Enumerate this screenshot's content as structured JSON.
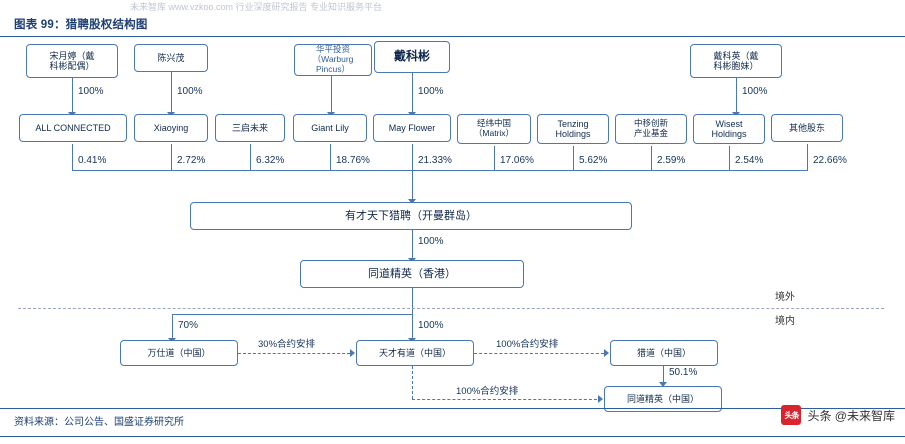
{
  "header": {
    "title": "图表 99：猎聘股权结构图",
    "top_faded_text": "未来智库 www.vzkoo.com 行业深度研究报告 专业知识服务平台"
  },
  "footer": {
    "source": "资料来源：公司公告、国盛证券研究所",
    "watermark_logo": "头条",
    "watermark_text": "头条 @未来智库"
  },
  "chart_data": {
    "type": "diagram",
    "title": "猎聘股权结构图",
    "shareholders": [
      {
        "id": "s1",
        "name": "宋月婷（戴\n科彬配偶）",
        "stake_to_entity": "100%",
        "entity": "ALL CONNECTED",
        "ownership": "0.41%"
      },
      {
        "id": "s2",
        "name": "陈兴茂",
        "stake_to_entity": "100%",
        "entity": "Xiaoying",
        "ownership": "2.72%"
      },
      {
        "id": "s3",
        "name": "",
        "stake_to_entity": "",
        "entity": "三启未来",
        "ownership": "6.32%"
      },
      {
        "id": "s4",
        "name": "华平投资\n（Warburg Pincus）",
        "stake_to_entity": "",
        "entity": "Giant Lily",
        "ownership": "18.76%"
      },
      {
        "id": "s5",
        "name": "戴科彬",
        "stake_to_entity": "100%",
        "entity": "May Flower",
        "ownership": "21.33%"
      },
      {
        "id": "s6",
        "name": "",
        "stake_to_entity": "",
        "entity": "经纬中国\n（Matrix）",
        "ownership": "17.06%"
      },
      {
        "id": "s7",
        "name": "",
        "stake_to_entity": "",
        "entity": "Tenzing\nHoldings",
        "ownership": "5.62%"
      },
      {
        "id": "s8",
        "name": "",
        "stake_to_entity": "",
        "entity": "中移创新\n产业基金",
        "ownership": "2.59%"
      },
      {
        "id": "s9",
        "name": "戴科英（戴\n科彬胞妹）",
        "stake_to_entity": "100%",
        "entity": "Wisest\nHoldings",
        "ownership": "2.54%"
      },
      {
        "id": "s10",
        "name": "",
        "stake_to_entity": "",
        "entity": "其他股东",
        "ownership": "22.66%"
      }
    ],
    "listco": "有才天下猎聘（开曼群岛）",
    "listco_to_hk_pct": "100%",
    "hk_entity": "同道精英（香港）",
    "boundary_labels": {
      "offshore": "境外",
      "onshore": "境内"
    },
    "subsidiaries": [
      {
        "name": "万仕道（中国）",
        "pct": "70%"
      },
      {
        "name": "天才有道（中国）",
        "pct": "100%"
      },
      {
        "name": "猎道（中国）",
        "pct": "100%合约安排"
      },
      {
        "name": "同道精英（中国）",
        "pct": "100%合约安排"
      }
    ],
    "agreements": [
      {
        "label": "30%合约安排",
        "from": "万仕道（中国）",
        "to": "天才有道（中国）"
      },
      {
        "label": "100%合约安排",
        "from": "天才有道（中国）",
        "to": "猎道（中国）"
      },
      {
        "label": "50.1%",
        "from": "猎道（中国）",
        "to": "同道精英（中国）"
      },
      {
        "label": "100%合约安排",
        "from": "天才有道（中国）",
        "to": "同道精英（中国）"
      }
    ]
  },
  "nodes": {
    "sh1": "宋月婷（戴\n科彬配偶）",
    "sh2": "陈兴茂",
    "sh4": "华平投资\n（Warburg Pincus）",
    "sh5": "戴科彬",
    "sh9": "戴科英（戴\n科彬胞妹）",
    "e1": "ALL CONNECTED",
    "e2": "Xiaoying",
    "e3": "三启未来",
    "e4": "Giant Lily",
    "e5": "May Flower",
    "e6": "经纬中国\n（Matrix）",
    "e7": "Tenzing\nHoldings",
    "e8": "中移创新\n产业基金",
    "e9": "Wisest\nHoldings",
    "e10": "其他股东",
    "listco": "有才天下猎聘（开曼群岛）",
    "hk": "同道精英（香港）",
    "cn1": "万仕道（中国）",
    "cn2": "天才有道（中国）",
    "cn3": "猎道（中国）",
    "cn4": "同道精英（中国）"
  },
  "percents": {
    "p1": "100%",
    "p2": "100%",
    "p5": "100%",
    "p9": "100%",
    "o1": "0.41%",
    "o2": "2.72%",
    "o3": "6.32%",
    "o4": "18.76%",
    "o5": "21.33%",
    "o6": "17.06%",
    "o7": "5.62%",
    "o8": "2.59%",
    "o9": "2.54%",
    "o10": "22.66%",
    "listco_hk": "100%",
    "sub70": "70%",
    "sub100": "100%",
    "agree30": "30%合约安排",
    "agree100a": "100%合约安排",
    "agree501": "50.1%",
    "agree100b": "100%合约安排"
  },
  "labels": {
    "offshore": "境外",
    "onshore": "境内"
  }
}
